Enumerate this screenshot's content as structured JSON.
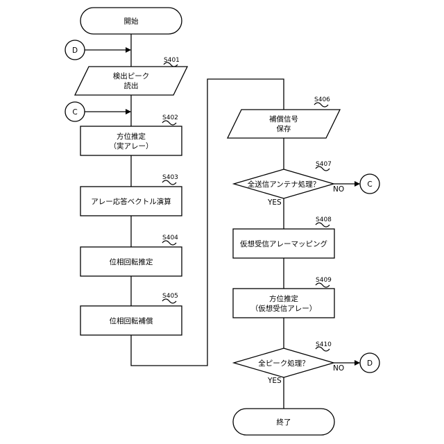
{
  "terminals": {
    "start": "開始",
    "end": "終了"
  },
  "connectors": {
    "d": "D",
    "c": "C"
  },
  "steps": {
    "s401": {
      "id": "S401",
      "line1": "検出ピーク",
      "line2": "読出"
    },
    "s402": {
      "id": "S402",
      "line1": "方位推定",
      "line2": "（実アレー）"
    },
    "s403": {
      "id": "S403",
      "line1": "アレー応答ベクトル演算"
    },
    "s404": {
      "id": "S404",
      "line1": "位相回転推定"
    },
    "s405": {
      "id": "S405",
      "line1": "位相回転補償"
    },
    "s406": {
      "id": "S406",
      "line1": "補償信号",
      "line2": "保存"
    },
    "s407": {
      "id": "S407",
      "line1": "全送信アンテナ処理？"
    },
    "s408": {
      "id": "S408",
      "line1": "仮想受信アレーマッピング"
    },
    "s409": {
      "id": "S409",
      "line1": "方位推定",
      "line2": "（仮想受信アレー）"
    },
    "s410": {
      "id": "S410",
      "line1": "全ピーク処理？"
    }
  },
  "branch_labels": {
    "yes": "YES",
    "no": "NO"
  }
}
